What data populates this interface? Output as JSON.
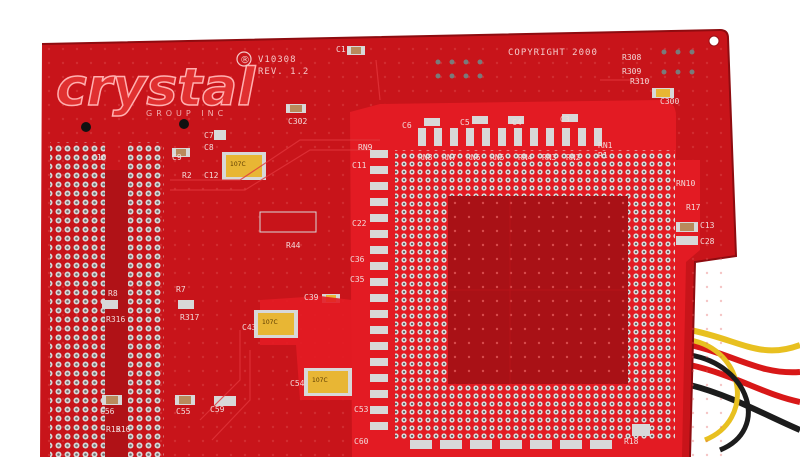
{
  "board": {
    "logo": "crystal",
    "logo_sub": "GROUP INC",
    "registered_mark": "®",
    "version": "V10308",
    "revision": "REV. 1.2",
    "copyright": "COPYRIGHT 2000"
  },
  "silkscreen_labels": {
    "c1": "C1",
    "c302": "C302",
    "c300": "C300",
    "r308": "R308",
    "r309": "R309",
    "r310": "R310",
    "c10": "C10",
    "c9": "C9",
    "c8": "C8",
    "c7": "C7",
    "c12": "C12",
    "r2": "R2",
    "c6": "C6",
    "c5": "C5",
    "c4": "C4",
    "c3": "C3",
    "rn9": "RN9",
    "rn8": "RN8",
    "rn7": "RN7",
    "rn6": "RN6",
    "rn5": "RN5",
    "rn4": "RN4",
    "rn3": "RN3",
    "rn2": "RN2",
    "rn1": "RN1",
    "rn10": "RN10",
    "c11": "C11",
    "c22": "C22",
    "c35": "C35",
    "c36": "C36",
    "c39": "C39",
    "c43": "C43",
    "c54": "C54",
    "c53": "C53",
    "c60": "C60",
    "r8": "R8",
    "r7": "R7",
    "r316": "R316",
    "r317": "R317",
    "c56": "C56",
    "c55": "C55",
    "c59": "C59",
    "r15": "R15",
    "r16": "R16",
    "r18": "R18",
    "c28": "C28",
    "c13": "C13",
    "r17": "R17",
    "r1": "R1",
    "r44": "R44"
  },
  "cap_marking": "107C",
  "colors": {
    "pcb": "#c8141a",
    "pcb_dark": "#a50f14",
    "pad_silver": "#d8d8d8",
    "tantalum": "#e8b634",
    "wire_yellow": "#e8c020",
    "wire_red": "#d81818",
    "wire_black": "#1c1c1c"
  }
}
